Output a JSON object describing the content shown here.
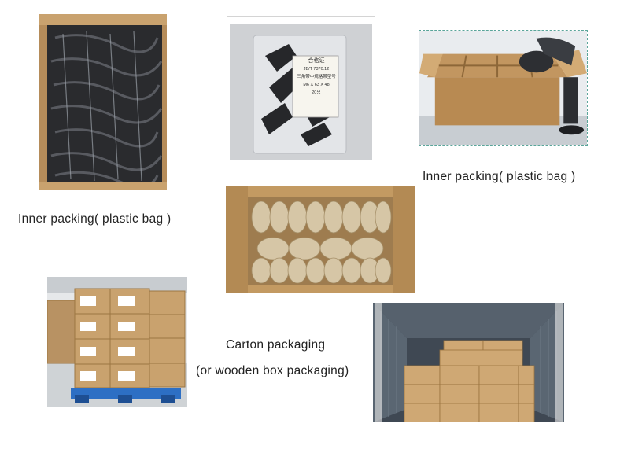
{
  "captions": {
    "inner_left": "Inner packing( plastic bag )",
    "inner_right": "Inner packing( plastic bag )",
    "carton_line1": "Carton packaging",
    "carton_line2": "(or wooden box packaging)"
  },
  "bag_label": {
    "line1": "合格证",
    "line2": "JB/T 7370.12",
    "line3": "三角带中规格带型号",
    "line4": "M6 X 63 X 48",
    "line5": "20只"
  },
  "colors": {
    "cardboard": "#c9a26e",
    "cardboard_dark": "#a77d47",
    "pallet_blue": "#2d6fc4",
    "container_wall": "#4a5563"
  }
}
